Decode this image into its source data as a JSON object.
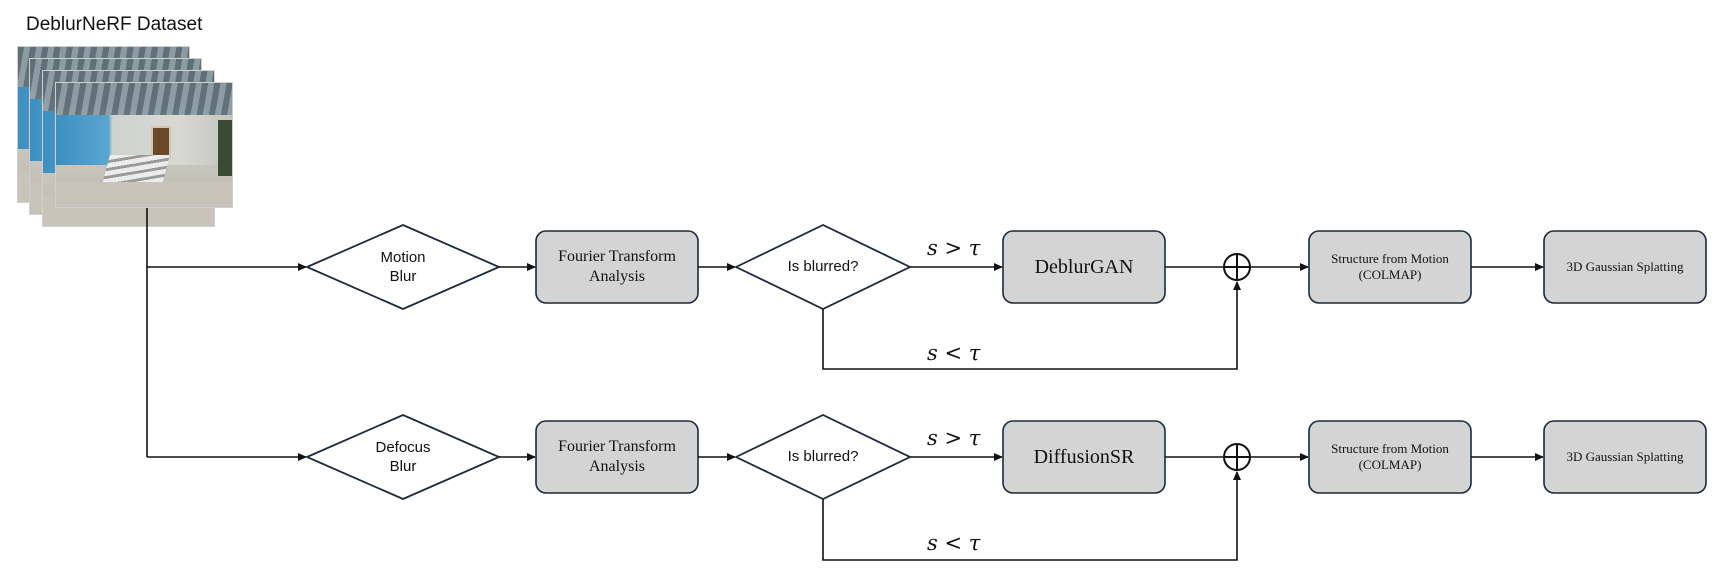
{
  "dataset": {
    "title": "DeblurNeRF Dataset"
  },
  "rows": [
    {
      "blur_type": "Motion\nBlur",
      "analysis": "Fourier Transform\nAnalysis",
      "decision": "Is blurred?",
      "cond_true": "s > τ",
      "cond_false": "s < τ",
      "model": "DeblurGAN",
      "sfm": "Structure from Motion\n(COLMAP)",
      "splat": "3D Gaussian Splatting"
    },
    {
      "blur_type": "Defocus\nBlur",
      "analysis": "Fourier Transform\nAnalysis",
      "decision": "Is blurred?",
      "cond_true": "s > τ",
      "cond_false": "s < τ",
      "model": "DiffusionSR",
      "sfm": "Structure from Motion\n(COLMAP)",
      "splat": "3D Gaussian Splatting"
    }
  ],
  "colors": {
    "box_fill": "#d4d4d4",
    "stroke": "#1c2a3a",
    "line": "#111111"
  }
}
